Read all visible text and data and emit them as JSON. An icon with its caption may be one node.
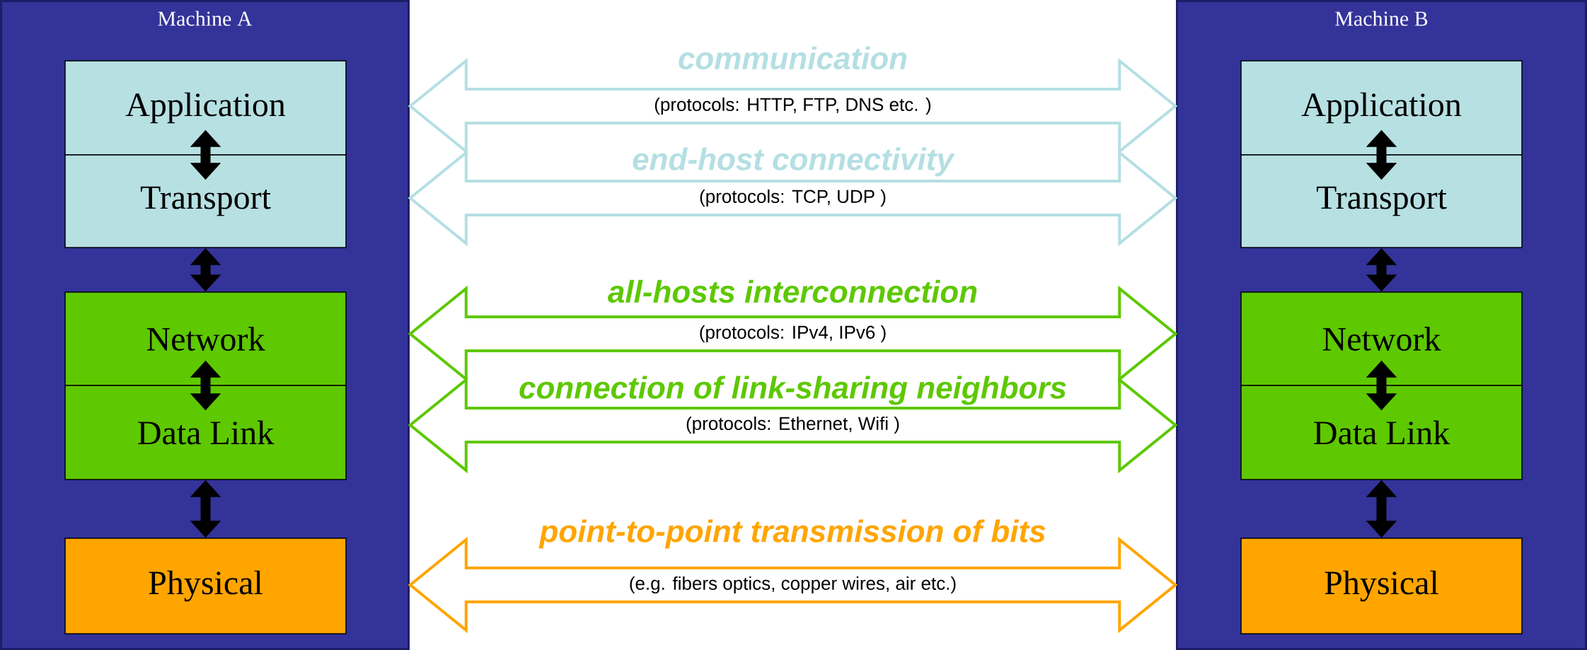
{
  "diagram": {
    "nodes": [
      {
        "text": [
          "Machine A"
        ]
      },
      {
        "text": [
          "Application"
        ],
        "in": 0
      },
      {
        "text": [
          "Transport"
        ],
        "in": 0
      },
      {
        "text": [
          "Network"
        ],
        "in": 0
      },
      {
        "text": [
          "Data Link"
        ],
        "in": 0
      },
      {
        "text": [
          "Physical"
        ],
        "in": 0
      },
      {
        "text": [
          "Machine B"
        ]
      },
      {
        "text": [
          "Application"
        ],
        "in": 6
      },
      {
        "text": [
          "Transport"
        ],
        "in": 6
      },
      {
        "text": [
          "Network"
        ],
        "in": 6
      },
      {
        "text": [
          "Data Link"
        ],
        "in": 6
      },
      {
        "text": [
          "Physical"
        ],
        "in": 6
      }
    ],
    "edges": [
      {
        "from": 1,
        "to": 2,
        "arrow": "both"
      },
      {
        "from": 2,
        "to": 3,
        "arrow": "both"
      },
      {
        "from": 3,
        "to": 4,
        "arrow": "both"
      },
      {
        "from": 4,
        "to": 5,
        "arrow": "both"
      },
      {
        "from": 7,
        "to": 8,
        "arrow": "both"
      },
      {
        "from": 8,
        "to": 9,
        "arrow": "both"
      },
      {
        "from": 9,
        "to": 10,
        "arrow": "both"
      },
      {
        "from": 10,
        "to": 11,
        "arrow": "both"
      },
      {
        "from": 1,
        "to": 7,
        "arrow": "both",
        "label": "communication",
        "color": "#b4dfe3"
      },
      {
        "from": 2,
        "to": 8,
        "arrow": "both",
        "label": "end-host connectivity",
        "color": "#b4dfe3"
      },
      {
        "from": 3,
        "to": 9,
        "arrow": "both",
        "label": "all-hosts interconnection",
        "color": "#5dc800"
      },
      {
        "from": 4,
        "to": 10,
        "arrow": "both",
        "label": "connection of link-sharing neighbors",
        "color": "#5dc800"
      },
      {
        "from": 5,
        "to": 11,
        "arrow": "both",
        "label": "point-to-point transmission of bits",
        "color": "#ffa500"
      }
    ],
    "labels": [
      "(protocols: HTTP, FTP, DNS etc. )",
      "(protocols: TCP, UDP )",
      "(protocols: IPv4, IPv6 )",
      "(protocols: Ethernet, Wifi )",
      "(e.g. fibers optics, copper wires, air etc.)"
    ]
  }
}
